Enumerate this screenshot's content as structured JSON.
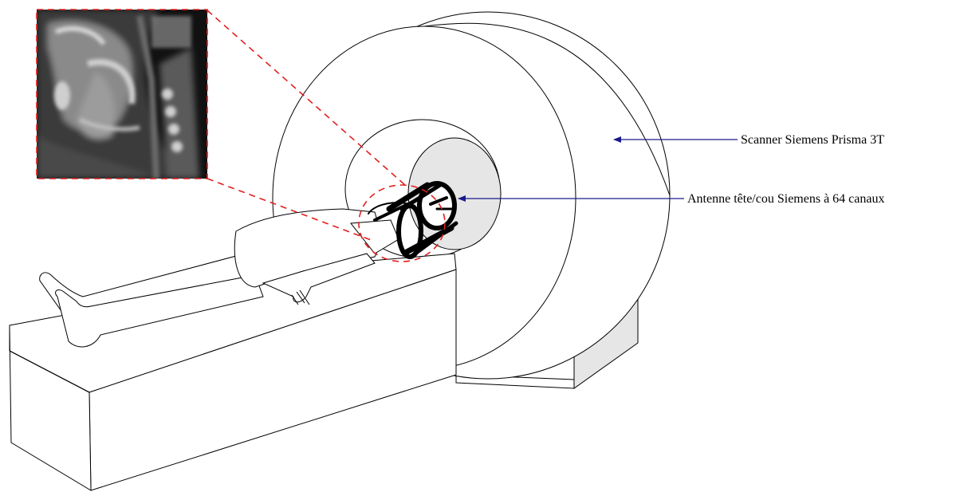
{
  "labels": {
    "scanner": "Scanner Siemens Prisma 3T",
    "coil": "Antenne tête/cou Siemens à 64 canaux"
  },
  "colors": {
    "callout_arrow": "#1a1a8c",
    "zoom_dashes": "#e0201e",
    "bore_fill": "#e6e6e6",
    "base_fill": "#e6e6e6",
    "outline": "#000000"
  },
  "icons": {
    "mri_inset": "sagittal-head-neck-mri-slice",
    "scanner": "mri-scanner",
    "coil": "head-neck-coil",
    "table": "patient-table",
    "patient": "lying-patient"
  }
}
